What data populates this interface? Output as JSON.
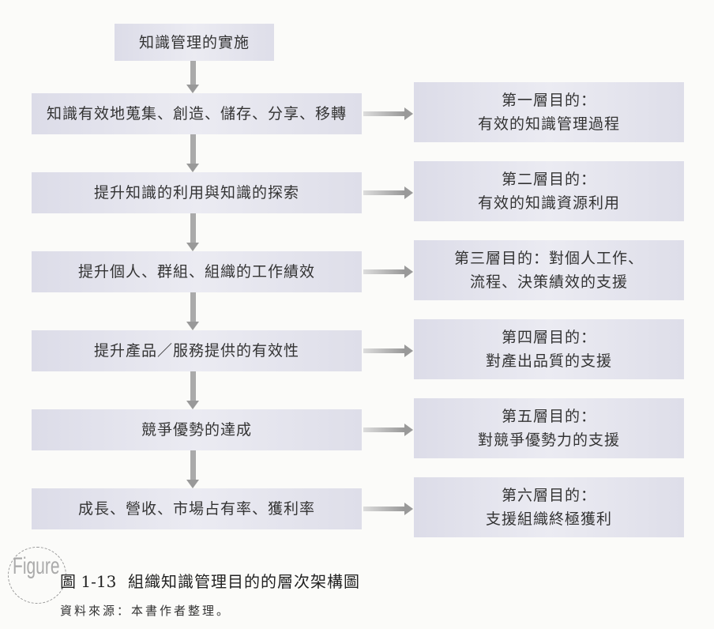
{
  "top": "知識管理的實施",
  "levels": [
    {
      "left": "知識有效地蒐集、創造、儲存、分享、移轉",
      "right": [
        "第一層目的：",
        "有效的知識管理過程"
      ]
    },
    {
      "left": "提升知識的利用與知識的探索",
      "right": [
        "第二層目的：",
        "有效的知識資源利用"
      ]
    },
    {
      "left": "提升個人、群組、組織的工作績效",
      "right": [
        "第三層目的：對個人工作、",
        "流程、決策績效的支援"
      ]
    },
    {
      "left": "提升產品／服務提供的有效性",
      "right": [
        "第四層目的：",
        "對產出品質的支援"
      ]
    },
    {
      "left": "競爭優勢的達成",
      "right": [
        "第五層目的：",
        "對競爭優勢力的支援"
      ]
    },
    {
      "left": "成長、營收、市場占有率、獲利率",
      "right": [
        "第六層目的：",
        "支援組織終極獲利"
      ]
    }
  ],
  "caption": {
    "logo": "Figure",
    "number": "圖 1-13",
    "title": "組織知識管理目的的層次架構圖",
    "source": "資料來源：本書作者整理。"
  }
}
